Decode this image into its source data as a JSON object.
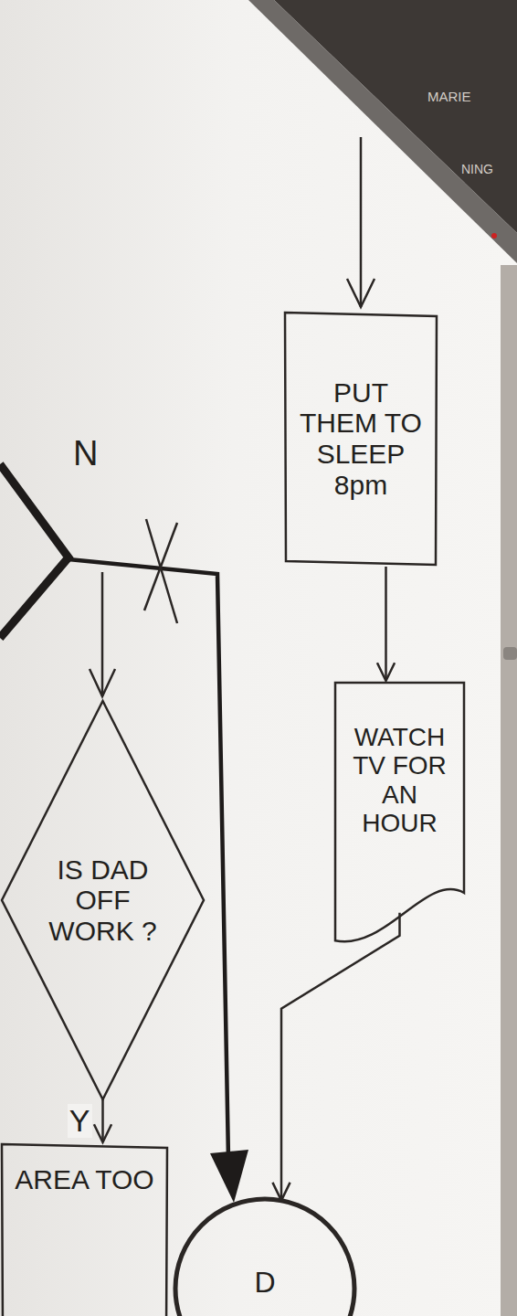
{
  "diagram": {
    "nodes": [
      {
        "text": [
          "PUT THEM TO SLEEP 8pm"
        ]
      },
      {
        "text": [
          "WATCH TV FOR AN HOUR"
        ]
      },
      {
        "text": [
          "IS DAD OFF WORK ?"
        ]
      },
      {
        "text": [
          "AREA TOO"
        ]
      },
      {
        "text": [
          "D"
        ]
      }
    ],
    "edges": [
      {
        "from": 0,
        "to": 1,
        "arrow": "to"
      },
      {
        "from": 1,
        "to": 4,
        "arrow": "to"
      },
      {
        "from": 2,
        "to": 3,
        "label": "Y",
        "arrow": "to"
      }
    ],
    "labels": [
      "N",
      "MARIE",
      "NING"
    ]
  }
}
